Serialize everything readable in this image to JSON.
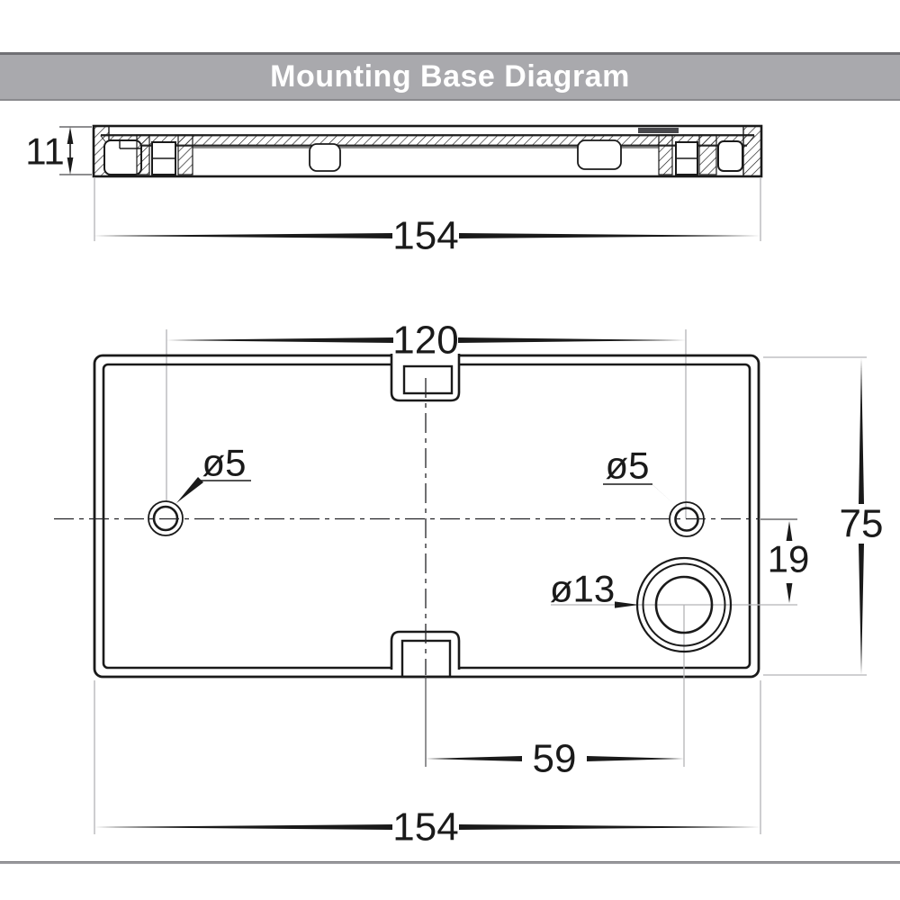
{
  "title_bar": {
    "label": "Mounting Base Diagram"
  },
  "side_view": {
    "height_dim": "11",
    "width_dim": "154"
  },
  "top_view": {
    "hole_spacing_dim": "120",
    "height_dim": "75",
    "hole_offset_dim": "19",
    "large_hole_x_dim": "59",
    "width_dim": "154",
    "left_hole_label": "ø5",
    "right_hole_label": "ø5",
    "large_hole_label": "ø13"
  },
  "colors": {
    "title_bg": "#a9a9ad",
    "title_text": "#ffffff",
    "line": "#1a1a1a",
    "extension_line": "#b3b3b6",
    "divider": "#a2a2a6"
  }
}
